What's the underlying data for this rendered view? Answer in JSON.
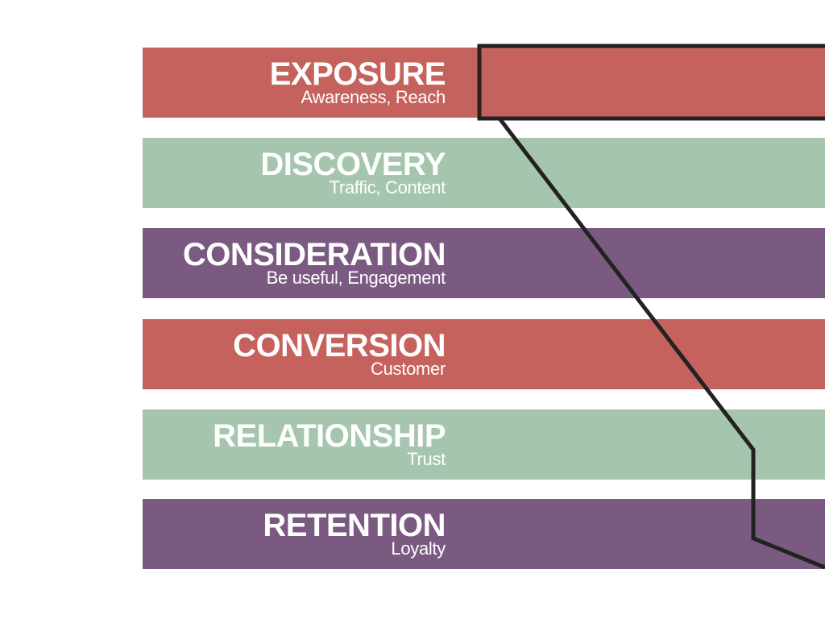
{
  "funnel": {
    "colors": {
      "red": "#c5625e",
      "green": "#a6c5ae",
      "purple": "#7b5a82",
      "outline": "#222222"
    },
    "stages": [
      {
        "title": "EXPOSURE",
        "subtitle": "Awareness, Reach",
        "color": "#c5625e"
      },
      {
        "title": "DISCOVERY",
        "subtitle": "Traffic, Content",
        "color": "#a6c5ae"
      },
      {
        "title": "CONSIDERATION",
        "subtitle": "Be useful, Engagement",
        "color": "#7b5a82"
      },
      {
        "title": "CONVERSION",
        "subtitle": "Customer",
        "color": "#c5625e"
      },
      {
        "title": "RELATIONSHIP",
        "subtitle": "Trust",
        "color": "#a6c5ae"
      },
      {
        "title": "RETENTION",
        "subtitle": "Loyalty",
        "color": "#7b5a82"
      }
    ]
  }
}
